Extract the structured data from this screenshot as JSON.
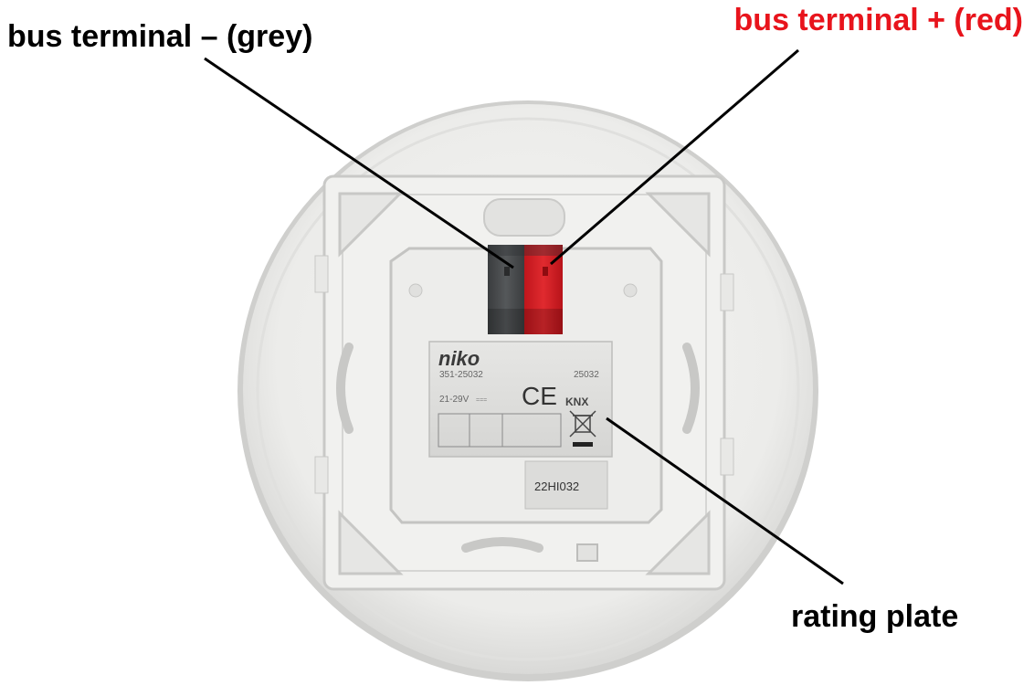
{
  "callouts": {
    "bus_terminal_grey": "bus terminal – (grey)",
    "bus_terminal_red": "bus terminal + (red)",
    "rating_plate": "rating plate"
  },
  "rating_plate": {
    "brand": "niko",
    "article_ref": "351-25032",
    "article_short": "25032",
    "voltage": "21-29V",
    "voltage_unit": "===",
    "ce_mark": "CE",
    "knx_mark": "KNX",
    "batch_code": "22HI032"
  },
  "colors": {
    "red_label": "#e8141c",
    "black_label": "#000000",
    "terminal_grey": "#4a4d4f",
    "terminal_red": "#d8262b",
    "housing_white": "#eeeeec",
    "plate_silver": "#dddddb"
  },
  "icons": {
    "weee": "crossed-out-bin-icon",
    "ce": "ce-mark-icon",
    "knx": "knx-logo-icon"
  }
}
